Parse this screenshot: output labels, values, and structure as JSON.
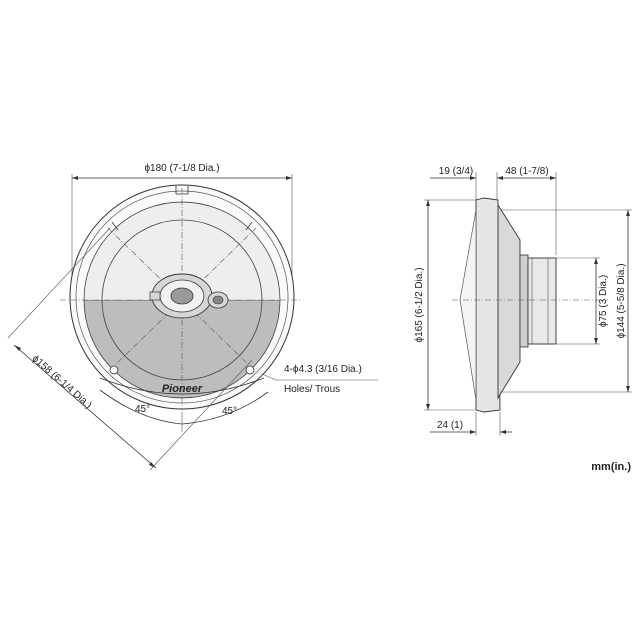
{
  "front_view": {
    "outer_diameter": "ϕ180 (7-1/8 Dia.)",
    "mount_diameter": "ϕ158 (6-1/4 Dia.)",
    "holes": "4-ϕ4.3 (3/16 Dia.)",
    "holes_label": "Holes/ Trous",
    "angle_left": "45°",
    "angle_right": "45°",
    "brand": "Pioneer"
  },
  "side_view": {
    "depth_front": "19 (3/4)",
    "depth_back": "48 (1-7/8)",
    "flange": "24 (1)",
    "diameter_165": "ϕ165 (6-1/2 Dia.)",
    "diameter_75": "ϕ75 (3 Dia.)",
    "diameter_144": "ϕ144 (5-5/8 Dia.)"
  },
  "units": "mm(in.)",
  "colors": {
    "line": "#333333",
    "shade": "#bdbdbd",
    "light": "#e6e6e6"
  }
}
